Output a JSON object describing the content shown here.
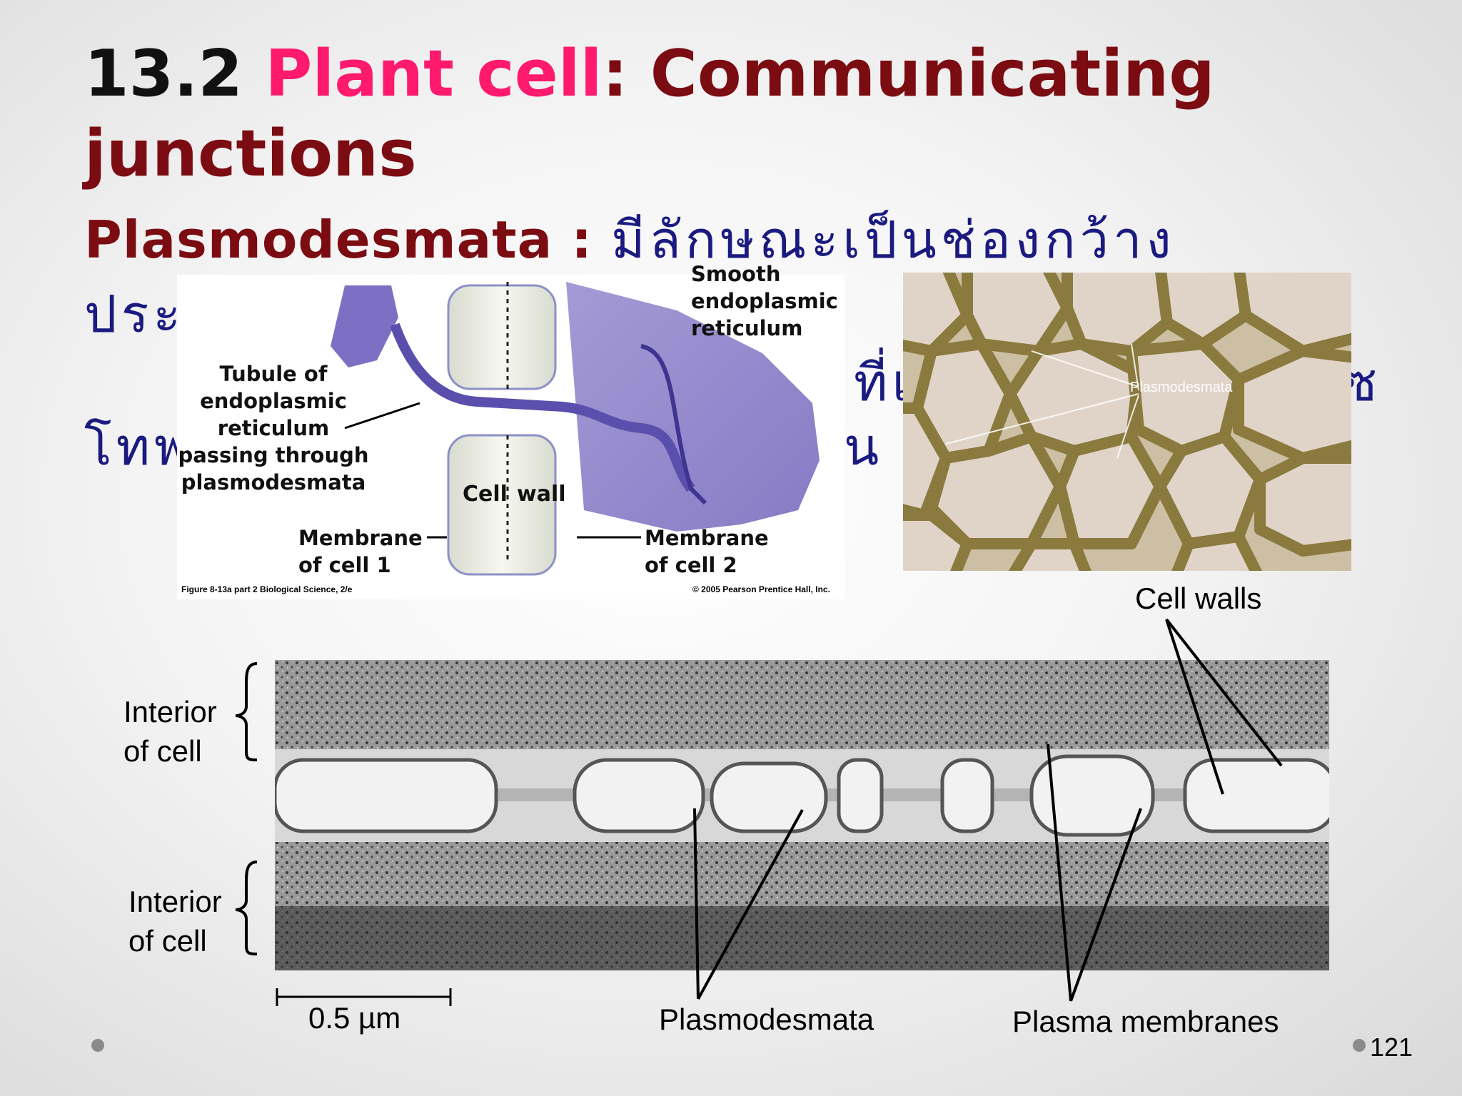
{
  "slide": {
    "title_number": "13.2",
    "title_highlight": "Plant cell",
    "title_rest": ": Communicating junctions",
    "subheading_term": "Plasmodesmata",
    "subheading_colon": " : ",
    "subheading_thai": "มีลักษณะเป็นช่องกว้าง",
    "body_line2_fragment": "ประ",
    "body_line3_fragment": "ที่เ",
    "body_line3_end": "ซ",
    "body_line4_fragment": "โทพ",
    "body_line4_end": "น",
    "page_number": "121"
  },
  "diagram": {
    "smooth_er": "Smooth endoplasmic reticulum",
    "tubule_er": "Tubule of endoplasmic reticulum passing through plasmodesmata",
    "cell": "Cell",
    "wall": "wall",
    "membrane1": "Membrane of cell 1",
    "membrane2": "Membrane of cell 2",
    "caption_left": "Figure 8-13a part 2   Biological Science, 2/e",
    "caption_right": "© 2005 Pearson Prentice Hall, Inc."
  },
  "micrograph": {
    "plasmodesmata_label": "Plasmodesmata"
  },
  "em_figure": {
    "cell_walls": "Cell walls",
    "interior_top": "Interior of cell",
    "interior_bottom": "Interior of cell",
    "scale": "0.5 µm",
    "plasmodesmata": "Plasmodesmata",
    "plasma_membranes": "Plasma membranes"
  }
}
